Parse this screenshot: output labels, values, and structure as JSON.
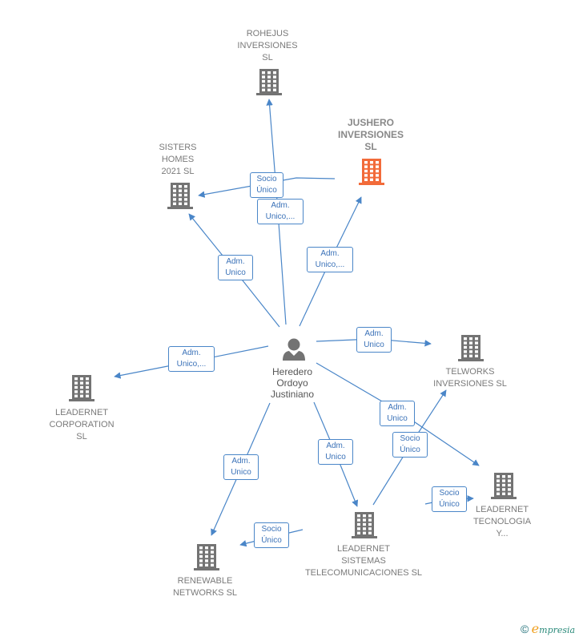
{
  "colors": {
    "edge": "#4a86c8",
    "building": "#737373",
    "building_highlight": "#f26b3a",
    "person": "#737373"
  },
  "nodes": {
    "person": {
      "label": "Heredero\nOrdoyo\nJustiniano",
      "icon": "person-icon"
    },
    "rohejus": {
      "label": "ROHEJUS\nINVERSIONES\nSL",
      "icon": "building-icon"
    },
    "jushero": {
      "label": "JUSHERO\nINVERSIONES\nSL",
      "icon": "building-icon",
      "highlight": true
    },
    "sisters": {
      "label": "SISTERS\nHOMES\n2021  SL",
      "icon": "building-icon"
    },
    "leadernet_corp": {
      "label": "LEADERNET\nCORPORATION\nSL",
      "icon": "building-icon"
    },
    "telworks": {
      "label": "TELWORKS\nINVERSIONES SL",
      "icon": "building-icon"
    },
    "leadernet_tec": {
      "label": "LEADERNET\nTECNOLOGIA\nY...",
      "icon": "building-icon"
    },
    "leadernet_sis": {
      "label": "LEADERNET\nSISTEMAS\nTELECOMUNICACIONES SL",
      "icon": "building-icon"
    },
    "renewable": {
      "label": "RENEWABLE\nNETWORKS  SL",
      "icon": "building-icon"
    }
  },
  "edge_labels": {
    "socio_rohejus": "Socio\nÚnico",
    "adm_rohejus": "Adm.\nUnico,...",
    "adm_sisters": "Adm.\nUnico",
    "adm_jushero": "Adm.\nUnico,...",
    "adm_corp": "Adm.\nUnico,...",
    "adm_telworks": "Adm.\nUnico",
    "adm_tec": "Adm.\nUnico",
    "socio_telworks": "Socio\nÚnico",
    "adm_sis": "Adm.\nUnico",
    "socio_tec": "Socio\nÚnico",
    "adm_renewable": "Adm.\nUnico",
    "socio_renewable": "Socio\nÚnico"
  },
  "footer": {
    "copyright": "©",
    "brand_initial": "e",
    "brand_rest": "mpresia"
  }
}
